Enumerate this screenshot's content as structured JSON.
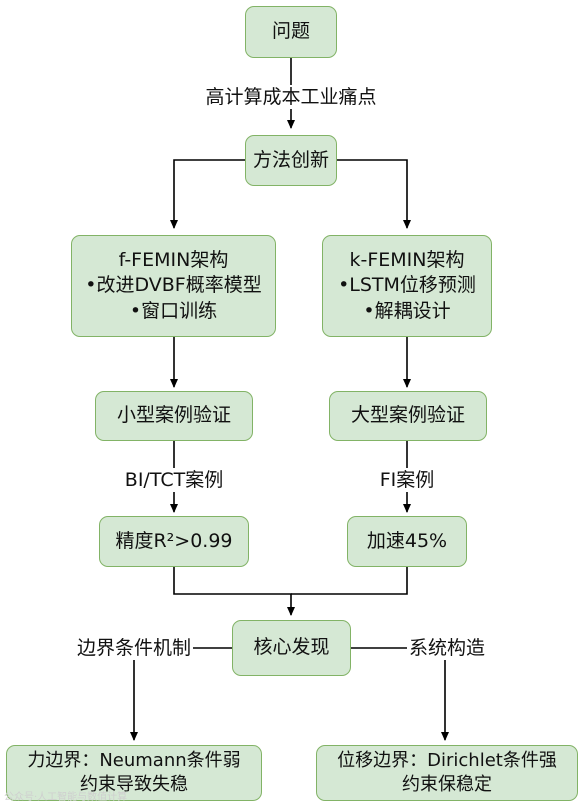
{
  "nodes": {
    "problem": "问题",
    "method": "方法创新",
    "f_femin": [
      "f-FEMIN架构",
      "•改进DVBF概率模型",
      "•窗口训练"
    ],
    "k_femin": [
      "k-FEMIN架构",
      "•LSTM位移预测",
      "•解耦设计"
    ],
    "small_case": "小型案例验证",
    "large_case": "大型案例验证",
    "accuracy": "精度R²>0.99",
    "speedup": "加速45%",
    "core": "核心发现",
    "force_boundary": [
      "力边界：Neumann条件弱",
      "约束导致失稳"
    ],
    "disp_boundary": [
      "位移边界：Dirichlet条件强",
      "约束保稳定"
    ]
  },
  "edge_labels": {
    "pain_point": "高计算成本工业痛点",
    "bi_tct": "BI/TCT案例",
    "fi": "FI案例",
    "boundary_mech": "边界条件机制",
    "sys_struct": "系统构造"
  },
  "watermark": "公众号·人工智能与数值计算",
  "colors": {
    "node_fill": "#d5e8d4",
    "node_stroke": "#82b366",
    "edge": "#000000"
  }
}
